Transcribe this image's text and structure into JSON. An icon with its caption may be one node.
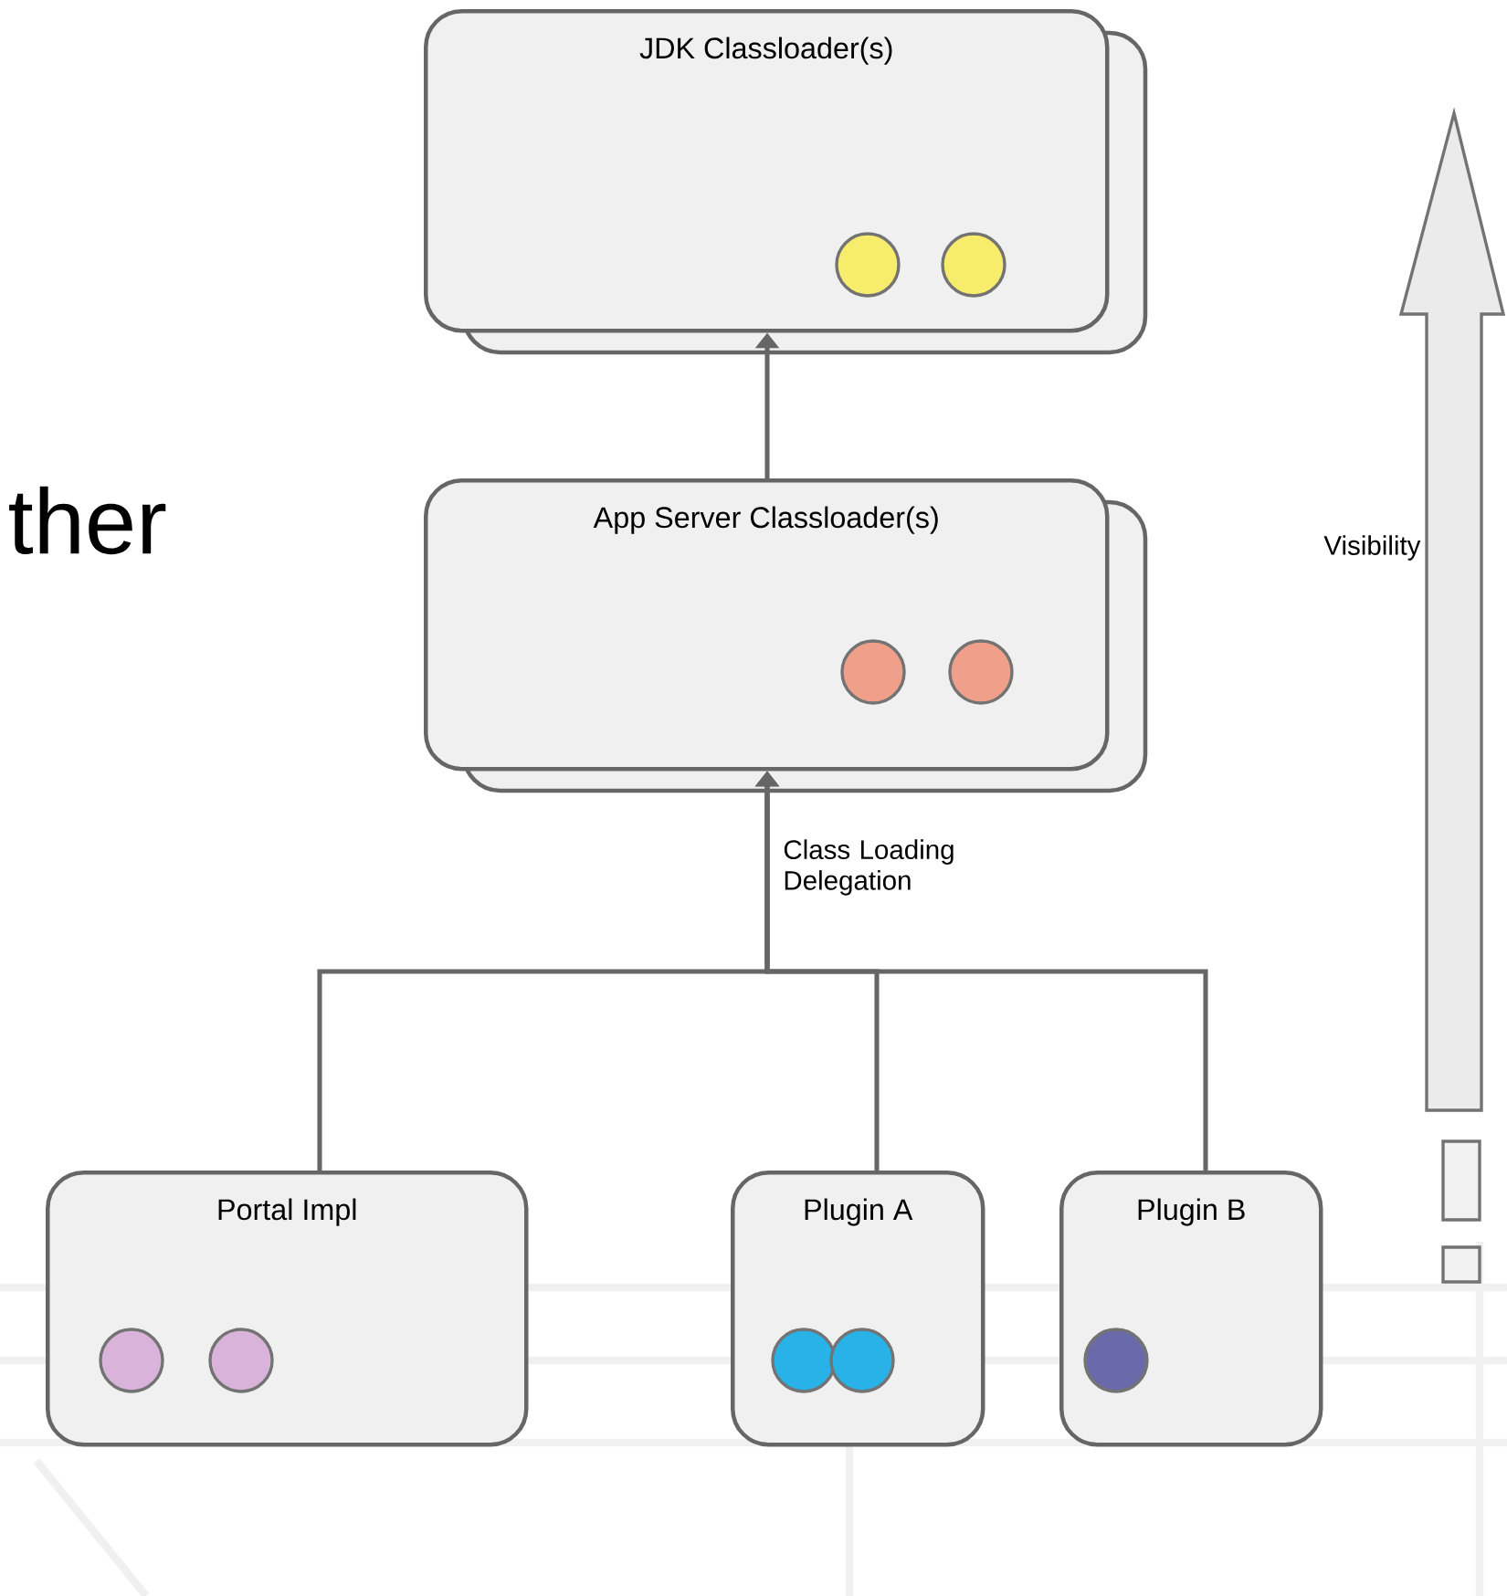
{
  "diagram": {
    "nodes": [
      {
        "text": [
          "JDK Classloader(s)"
        ]
      },
      {
        "text": [
          "App Server Classloader(s)"
        ]
      },
      {
        "text": [
          "Portal Impl"
        ]
      },
      {
        "text": [
          "Plugin A"
        ]
      },
      {
        "text": [
          "Plugin B"
        ]
      }
    ],
    "edges": [
      {
        "from": 1,
        "to": 0,
        "arrow": "to"
      },
      {
        "from": 2,
        "to": 1,
        "arrow": "to",
        "label": "Class Loading Delegation"
      },
      {
        "from": 3,
        "to": 1,
        "arrow": "to"
      },
      {
        "from": 4,
        "to": 1,
        "arrow": "to"
      }
    ],
    "labels": [
      "ther",
      "Visibility"
    ]
  }
}
